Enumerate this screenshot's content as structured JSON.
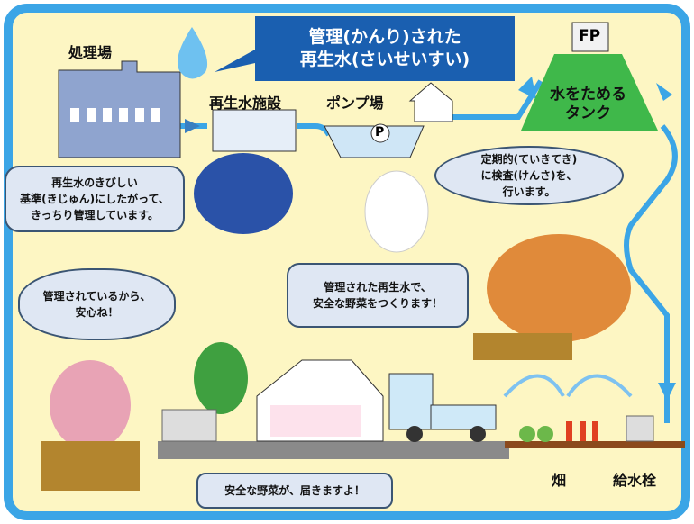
{
  "title": {
    "line1": "管理(かんり)された",
    "line2": "再生水(さいせいすい)"
  },
  "labels": {
    "treatment_plant": "処理場",
    "reclaimed_facility": "再生水施設",
    "pump_station": "ポンプ場",
    "pump_marker": "P",
    "fp_marker": "FP",
    "tank_line1": "水をためる",
    "tank_line2": "タンク",
    "field": "畑",
    "hydrant": "給水栓"
  },
  "bubbles": {
    "facility": [
      "再生水のきびしい",
      "基準(きじゅん)にしたがって、",
      "きっちり管理しています。"
    ],
    "inspection": [
      "定期的(ていきてき)",
      "に検査(けんさ)を、",
      "行います。"
    ],
    "consumer": [
      "管理されているから、",
      "安心ね！"
    ],
    "farmer": [
      "管理された再生水で、",
      "安全な野菜をつくります！"
    ],
    "delivery": [
      "安全な野菜が、届きますよ！"
    ]
  },
  "colors": {
    "frame": "#3ba5e6",
    "background": "#fdf6c3",
    "title_bg": "#1a5fb0",
    "tank": "#3fb84a",
    "pipe": "#3ba5e6"
  }
}
